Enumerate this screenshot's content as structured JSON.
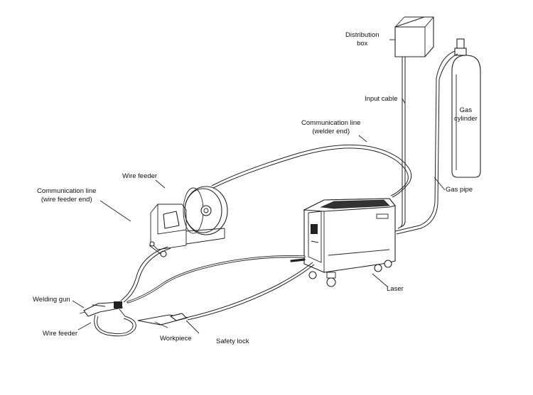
{
  "labels": {
    "distribution_box": "Distribution\nbox",
    "input_cable": "Input cable",
    "gas_cylinder": "Gas\ncylinder",
    "comm_line_welder": "Communication line\n(welder end)",
    "wire_feeder_top": "Wire feeder",
    "comm_line_feeder": "Communication line\n(wire feeder end)",
    "gas_pipe": "Gas pipe",
    "laser": "Laser",
    "welding_gun": "Welding gun",
    "wire_feeder_bottom": "Wire feeder",
    "workpiece": "Workpiece",
    "safety_lock": "Safety lock"
  }
}
